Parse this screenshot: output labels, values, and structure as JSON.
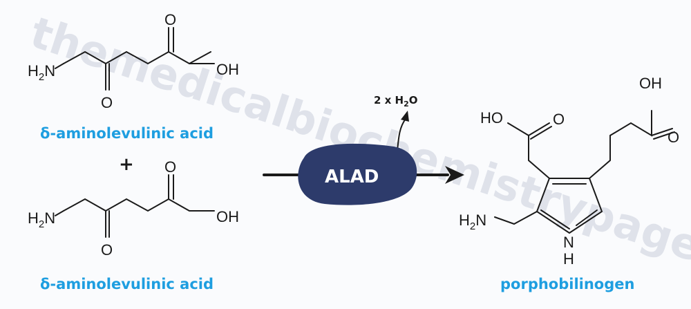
{
  "watermark": "themedicalbiochemistrypage.org",
  "reactants": [
    {
      "label": "δ-aminolevulinic acid",
      "amine_main": "H",
      "amine_sub": "2",
      "amine_end": "N",
      "ketone_o": "O",
      "acid_o": "O",
      "acid_oh": "OH"
    },
    {
      "label": "δ-aminolevulinic acid",
      "amine_main": "H",
      "amine_sub": "2",
      "amine_end": "N",
      "ketone_o": "O",
      "acid_o": "O",
      "acid_oh": "OH"
    }
  ],
  "plus_sign": "+",
  "enzyme": {
    "name": "ALAD",
    "color": "#2d3b6b"
  },
  "byproduct": {
    "prefix": "2 x H",
    "sub": "2",
    "suffix": "O"
  },
  "product": {
    "label": "porphobilinogen",
    "acid1_ho": "HO",
    "acid1_o": "O",
    "acid2_oh": "OH",
    "acid2_o": "O",
    "amine_main": "H",
    "amine_sub": "2",
    "amine_end": "N",
    "ring_n": "N",
    "ring_h": "H"
  },
  "colors": {
    "caption": "#1e9ee0",
    "bond": "#1a1a1a"
  }
}
